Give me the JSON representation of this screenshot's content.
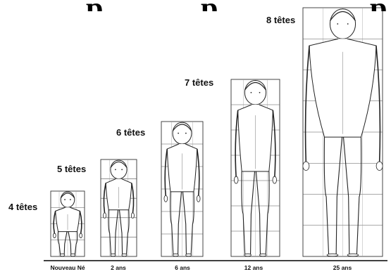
{
  "figures": [
    {
      "heads_label": "4 têtes",
      "age_label": "Nouveau Né",
      "heads": 4
    },
    {
      "heads_label": "5 têtes",
      "age_label": "2 ans",
      "heads": 5
    },
    {
      "heads_label": "6 têtes",
      "age_label": "6 ans",
      "heads": 6
    },
    {
      "heads_label": "7 têtes",
      "age_label": "12 ans",
      "heads": 7
    },
    {
      "heads_label": "8 têtes",
      "age_label": "25 ans",
      "heads": 8
    }
  ]
}
